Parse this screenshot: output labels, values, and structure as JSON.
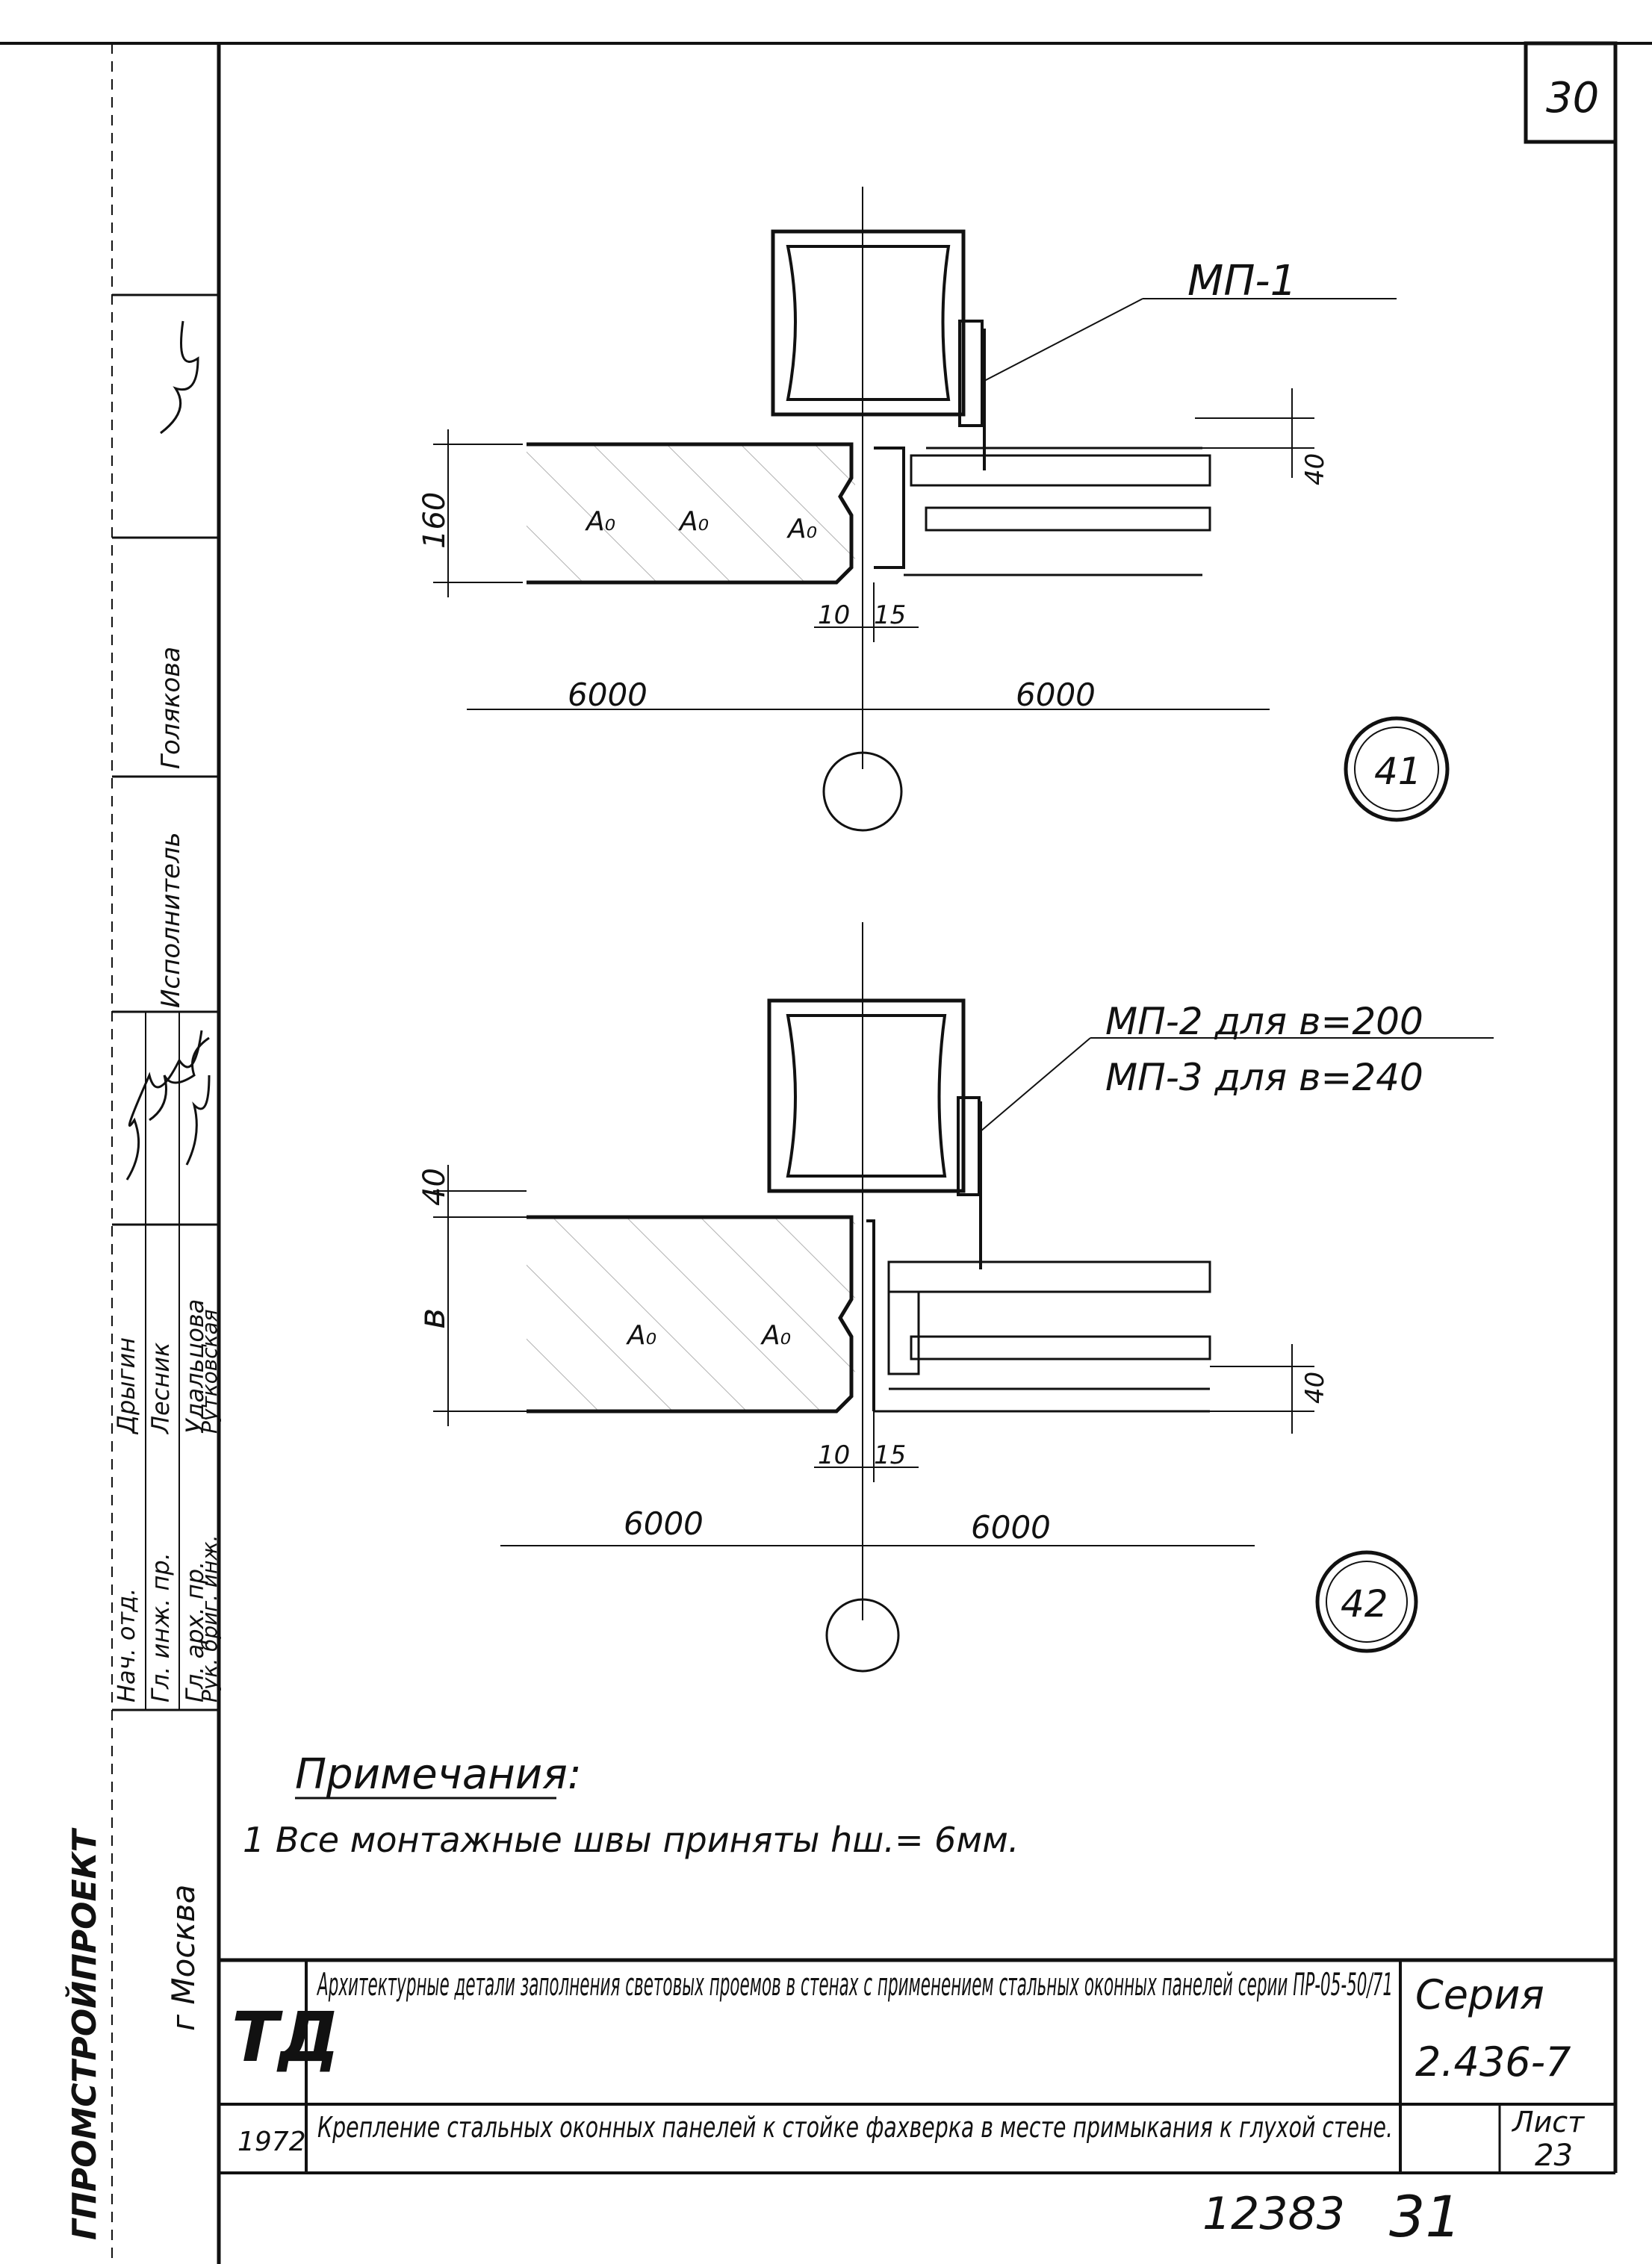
{
  "sheet_corner_number": "30",
  "detail_41": {
    "callout": "МП-1",
    "dim_height": "160",
    "dim_top": "40",
    "dim_gap_left": "10",
    "dim_gap_right": "15",
    "span_left": "6000",
    "span_right": "6000",
    "detail_number": "41",
    "material_mark": "A₀"
  },
  "detail_42": {
    "callout_line1": "МП-2 для в=200",
    "callout_line2": "МП-3 для в=240",
    "dim_top": "40",
    "dim_height": "в",
    "dim_bottom_right": "40",
    "dim_gap_left": "10",
    "dim_gap_right": "15",
    "span_left": "6000",
    "span_right": "6000",
    "detail_number": "42",
    "material_mark": "A₀"
  },
  "notes": {
    "heading": "Примечания:",
    "item_1": "1 Все монтажные швы приняты hш.= 6мм."
  },
  "side_stamp": {
    "org": "ГПРОМСТРОЙПРОЕКТ",
    "city": "г Москва",
    "roles": [
      "Нач. отд.",
      "Гл. инж. пр.",
      "Гл. арх. пр.",
      "Рук. бриг. инж."
    ],
    "names": [
      "Дрыгин",
      "Лесник",
      "Удальцова",
      "Рутковская"
    ],
    "executor_label": "Исполнитель",
    "executor_name": "Голякова"
  },
  "title_block": {
    "logo": "ТД",
    "title": "Архитектурные детали заполнения световых проемов в стенах с применением стальных оконных панелей серии ПР-05-50/71",
    "series_label": "Серия",
    "series_value": "2.436-7",
    "year": "1972",
    "subtitle": "Крепление стальных оконных панелей к стойке фахверка в месте примыкания к глухой стене.",
    "sheet_label": "Лист",
    "sheet_value": "23"
  },
  "archive_number": "12383",
  "page_number": "31"
}
